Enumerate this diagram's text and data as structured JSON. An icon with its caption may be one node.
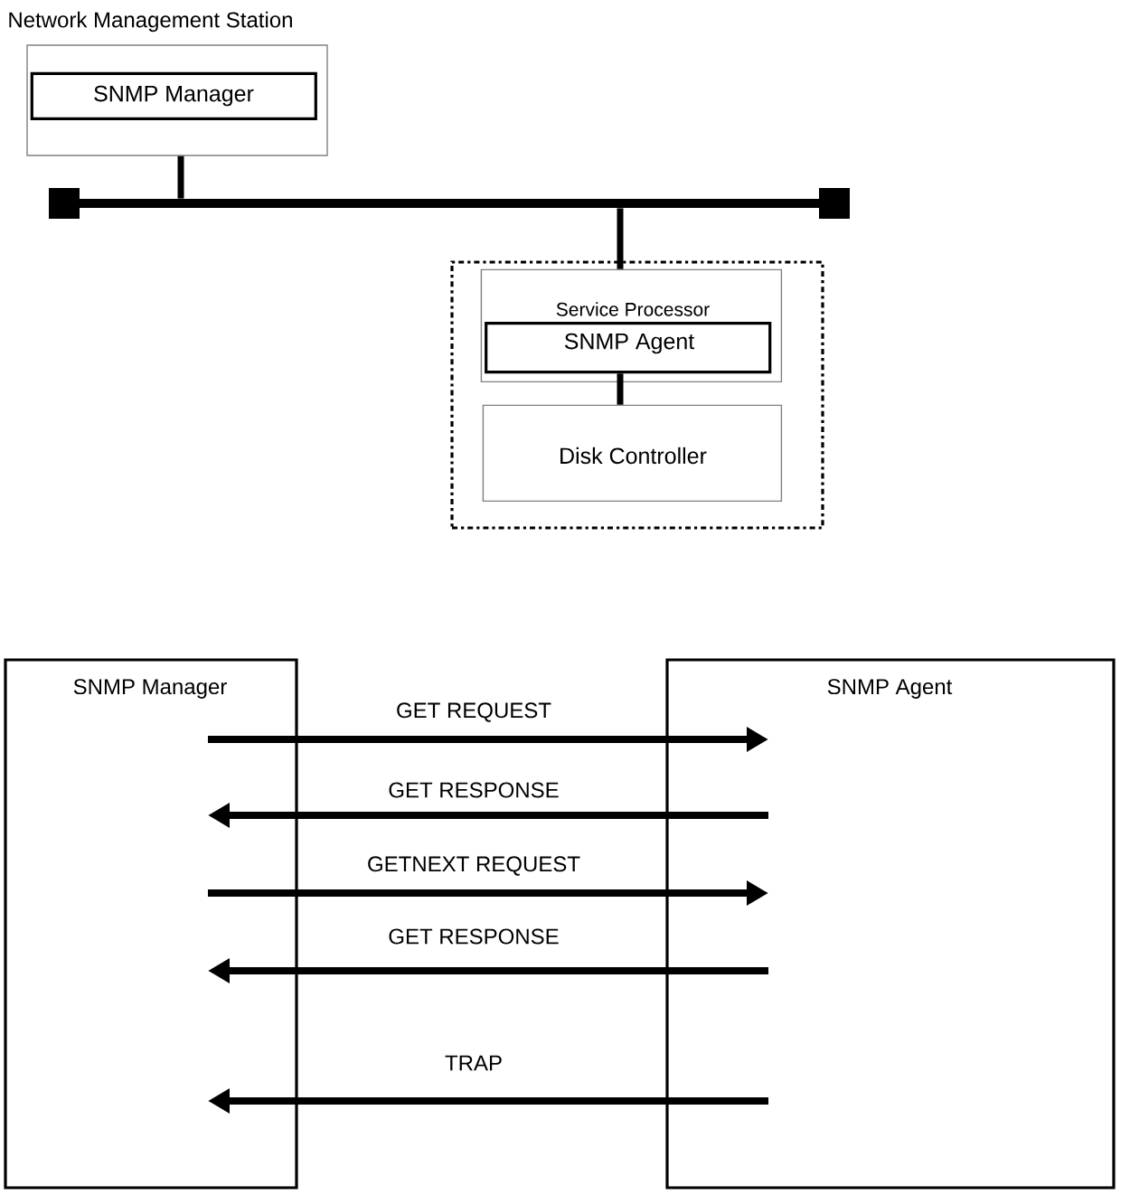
{
  "diagram": {
    "nodes": [
      {
        "text": [
          "Network Management Station"
        ]
      },
      {
        "text": [
          "SNMP Manager"
        ],
        "in": 0
      },
      {
        "text": [],
        "shape": "box"
      },
      {
        "text": [],
        "shape": "bar"
      },
      {
        "text": [],
        "shape": "box"
      },
      {
        "text": [],
        "shape": "box"
      },
      {
        "text": [
          "Service Processor"
        ],
        "in": 5
      },
      {
        "text": [
          "SNMP Agent"
        ],
        "in": 6
      },
      {
        "text": [
          "Disk Controller"
        ],
        "in": 5
      },
      {
        "text": [
          "SNMP Manager"
        ]
      },
      {
        "text": [
          "SNMP Agent"
        ]
      }
    ],
    "edges": [
      {
        "from": 0,
        "to": 3,
        "arrow": "none"
      },
      {
        "from": 3,
        "to": 6,
        "arrow": "none"
      },
      {
        "from": 7,
        "to": 8,
        "arrow": "none"
      },
      {
        "from": 9,
        "to": 10,
        "arrow": "to",
        "label": "GET REQUEST"
      },
      {
        "from": 10,
        "to": 9,
        "arrow": "to",
        "label": "GET RESPONSE"
      },
      {
        "from": 9,
        "to": 10,
        "arrow": "to",
        "label": "GETNEXT REQUEST"
      },
      {
        "from": 10,
        "to": 9,
        "arrow": "to",
        "label": "GET RESPONSE"
      },
      {
        "from": 10,
        "to": 9,
        "arrow": "to",
        "label": "TRAP"
      }
    ]
  }
}
